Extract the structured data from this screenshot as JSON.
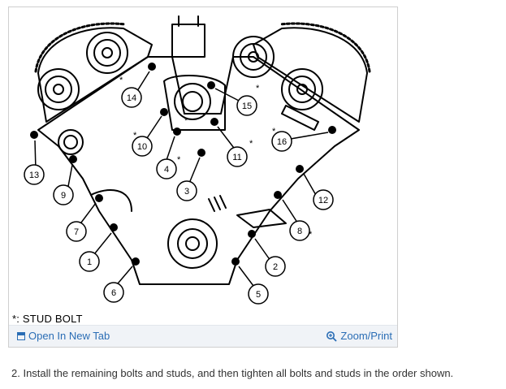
{
  "figure": {
    "callouts": [
      "1",
      "2",
      "3",
      "4",
      "5",
      "6",
      "7",
      "8",
      "9",
      "10",
      "11",
      "12",
      "13",
      "14",
      "15",
      "16"
    ],
    "stud_markers": [
      "*",
      "*",
      "*",
      "*",
      "*",
      "*",
      "*",
      "*"
    ],
    "note": "*: STUD BOLT"
  },
  "toolbar": {
    "open_label": "Open In New Tab",
    "zoom_label": "Zoom/Print"
  },
  "caption": "2. Install the remaining bolts and studs, and then tighten all bolts and studs in the order shown.",
  "icons": [
    "new-tab-icon",
    "zoom-icon"
  ],
  "colors": {
    "link": "#2a6db5",
    "toolbar_bg": "#f0f3f7"
  }
}
